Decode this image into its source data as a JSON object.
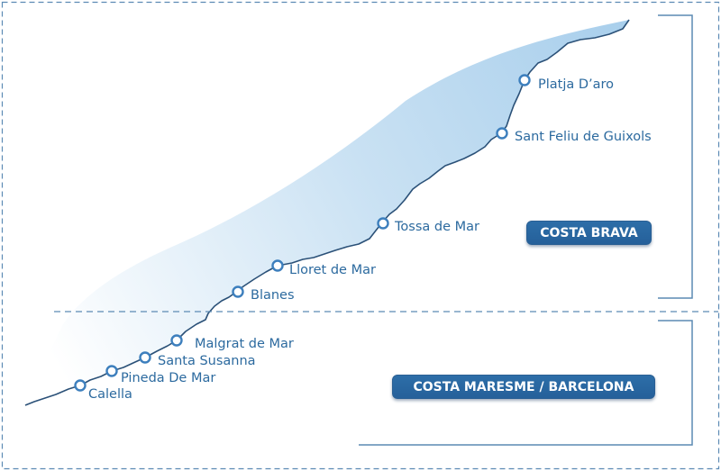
{
  "map": {
    "coast_fill": "#b7d8f0",
    "coast_stroke": "#2b5178",
    "marker_color": "#3d7fbd",
    "guide_color": "#5c8ab4",
    "badge_color": "#2d6ea8",
    "text_color": "#2c6a9f"
  },
  "towns": [
    {
      "id": "platja-daro",
      "name": "Platja D’aro"
    },
    {
      "id": "sant-feliu-de-guixols",
      "name": "Sant Feliu de Guixols"
    },
    {
      "id": "tossa-de-mar",
      "name": "Tossa de Mar"
    },
    {
      "id": "lloret-de-mar",
      "name": "Lloret de Mar"
    },
    {
      "id": "blanes",
      "name": "Blanes"
    },
    {
      "id": "malgrat-de-mar",
      "name": "Malgrat de Mar"
    },
    {
      "id": "santa-susanna",
      "name": "Santa Susanna"
    },
    {
      "id": "pineda-de-mar",
      "name": "Pineda De Mar"
    },
    {
      "id": "calella",
      "name": "Calella"
    }
  ],
  "regions": {
    "costa_brava": {
      "label": "COSTA BRAVA"
    },
    "costa_maresme": {
      "label": "COSTA MARESME / BARCELONA"
    }
  }
}
